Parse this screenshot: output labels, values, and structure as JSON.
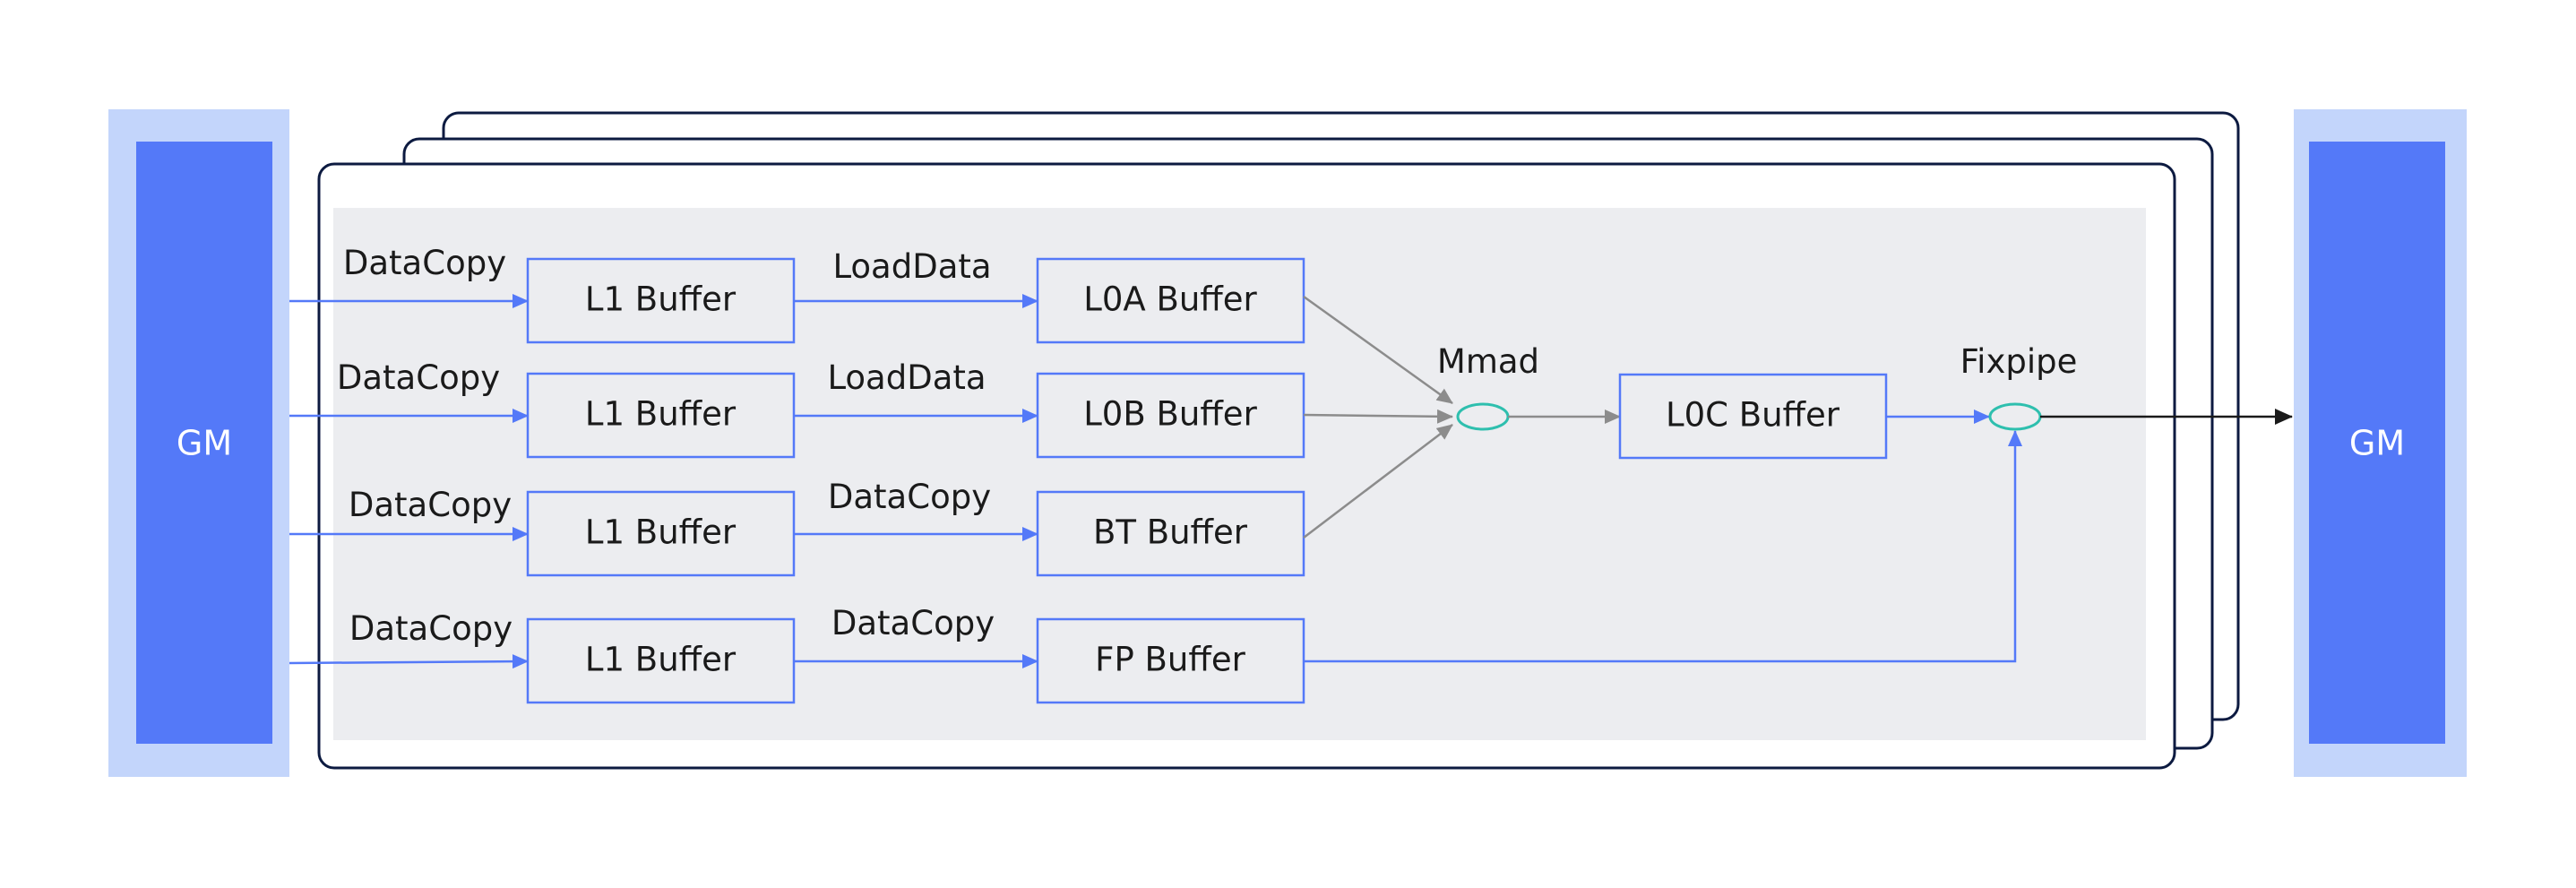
{
  "gm": {
    "left_label": "GM",
    "right_label": "GM",
    "outer_color": "#c3d5fb",
    "inner_color": "#5479f8"
  },
  "rows": [
    {
      "edge_label": "DataCopy",
      "l1_label": "L1 Buffer",
      "op_label": "LoadData",
      "target_label": "L0A Buffer"
    },
    {
      "edge_label": "DataCopy",
      "l1_label": "L1 Buffer",
      "op_label": "LoadData",
      "target_label": "L0B Buffer"
    },
    {
      "edge_label": "DataCopy",
      "l1_label": "L1 Buffer",
      "op_label": "DataCopy",
      "target_label": "BT Buffer"
    },
    {
      "edge_label": "DataCopy",
      "l1_label": "L1 Buffer",
      "op_label": "DataCopy",
      "target_label": "FP Buffer"
    }
  ],
  "mmad": {
    "label": "Mmad"
  },
  "l0c": {
    "label": "L0C Buffer"
  },
  "fixpipe": {
    "label": "Fixpipe"
  },
  "colors": {
    "arrow_blue": "#5479f8",
    "arrow_gray": "#8c8c8c",
    "arrow_black": "#1a1a1a",
    "node_teal": "#2ebfae",
    "panel_gray": "#ecedf0",
    "frame_dark": "#0c1a40"
  }
}
